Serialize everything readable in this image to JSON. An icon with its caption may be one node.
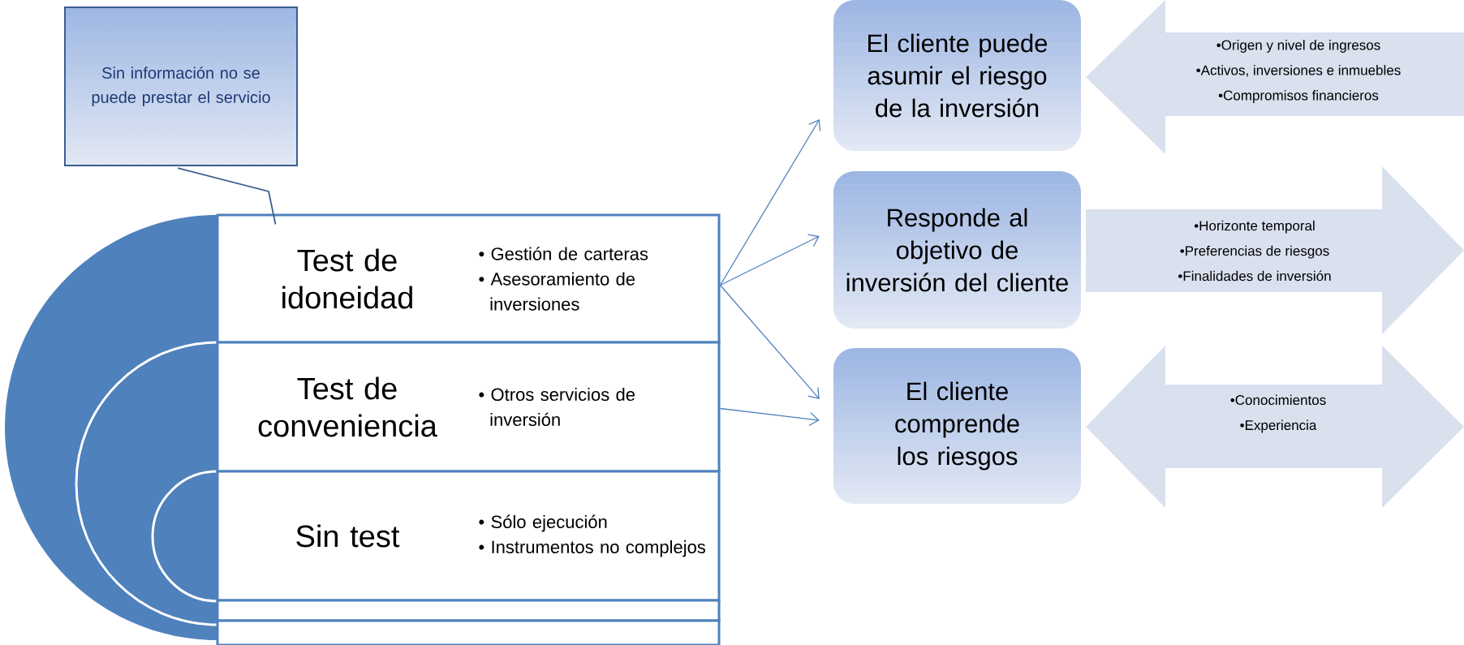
{
  "diagram": {
    "nodes": [
      {
        "text": [
          "Sin información no se puede prestar el servicio"
        ]
      },
      {
        "text": [
          "Test de idoneidad",
          "• Gestión de carteras",
          "• Asesoramiento de inversiones"
        ]
      },
      {
        "text": [
          "Test de conveniencia",
          "• Otros servicios de inversión"
        ]
      },
      {
        "text": [
          "Sin test",
          "• Sólo ejecución",
          "• Instrumentos no complejos"
        ]
      },
      {
        "text": [],
        "shape": "bar"
      },
      {
        "text": [],
        "shape": "bar"
      },
      {
        "text": [
          "El cliente puede asumir el riesgo de la inversión"
        ]
      },
      {
        "text": [
          "Responde al objetivo  de inversión del cliente"
        ]
      },
      {
        "text": [
          "El cliente comprende los riesgos"
        ]
      },
      {
        "text": [
          "•Origen y nivel de ingresos",
          "•Activos, inversiones e inmuebles",
          "•Compromisos financieros"
        ]
      },
      {
        "text": [
          "•Horizonte temporal",
          "•Preferencias de riesgos",
          "•Finalidades de inversión"
        ]
      },
      {
        "text": [
          "•Conocimientos",
          "•Experiencia"
        ]
      }
    ],
    "edges": [
      {
        "from": 0,
        "to": 1,
        "arrow": "none"
      },
      {
        "from": 1,
        "to": 6,
        "arrow": "to"
      },
      {
        "from": 1,
        "to": 7,
        "arrow": "to"
      },
      {
        "from": 1,
        "to": 8,
        "arrow": "to"
      },
      {
        "from": 2,
        "to": 8,
        "arrow": "to"
      }
    ]
  }
}
